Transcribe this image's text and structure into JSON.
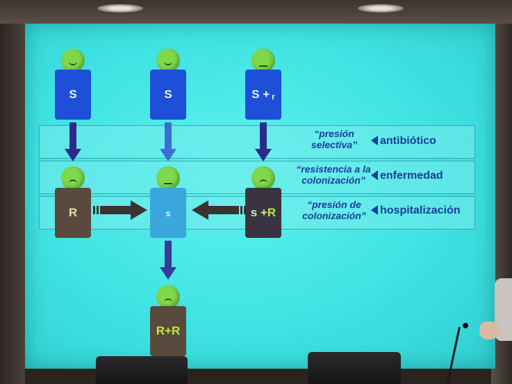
{
  "slide": {
    "people": {
      "top_left": "S",
      "top_middle": "S",
      "top_right_main": "S + ",
      "top_right_small": "r",
      "mid_left": "R",
      "mid_middle": "s",
      "mid_right_s": "s + ",
      "mid_right_R": "R",
      "bottom": "R+R"
    },
    "rows": [
      {
        "label_line1": "“presión",
        "label_line2": "selectiva”",
        "cause": "antibiótico"
      },
      {
        "label_line1": "“resistencia a la",
        "label_line2": "colonización”",
        "cause": "enfermedad"
      },
      {
        "label_line1": "“presión de",
        "label_line2": "colonización”",
        "cause": "hospitalización"
      }
    ]
  },
  "colors": {
    "screen": "#3fe3e3",
    "text_blue": "#1a3d9a",
    "head_green": "#7fd84a",
    "susceptible_blue": "#1d4fd8",
    "resistant_brown": "#5a4a3e"
  }
}
